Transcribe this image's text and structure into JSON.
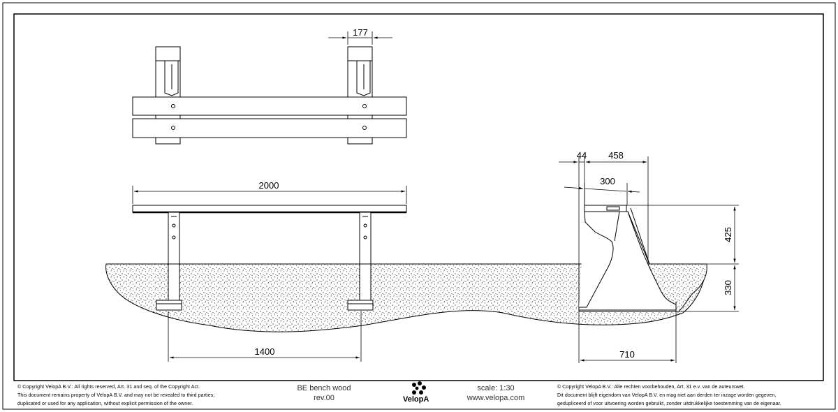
{
  "dimensions": {
    "post_width": "177",
    "bench_length": "2000",
    "post_spacing": "1400",
    "side_offset": "44",
    "side_depth": "458",
    "seat_depth": "300",
    "seat_height": "425",
    "foundation_depth": "330",
    "foundation_width": "710"
  },
  "footer": {
    "copyright_en_line1": "© Copyright VelopA B.V.: All rights reserved, Art. 31 and seq. of the Copyright Act.",
    "copyright_en_line2": "This document remains property of VelopA B.V. and may not be revealed to third parties,",
    "copyright_en_line3": "duplicated or used for any application, without explicit permission of the owner.",
    "title": "BE bench wood",
    "revision": "rev.00",
    "logo_text": "VelopA",
    "scale": "scale: 1:30",
    "website": "www.velopa.com",
    "copyright_nl_line1": "© Copyright VelopA B.V.: Alle rechten voorbehouden, Art. 31 e.v. van de auteurswet.",
    "copyright_nl_line2": "Dit document blijft eigendom van VelopA B.V. en mag niet aan derden ter inzage worden gegeven,",
    "copyright_nl_line3": "gedupliceerd of voor uitvoering worden gebruikt, zonder uitdrukkelijke toestemming van de eigenaar."
  }
}
